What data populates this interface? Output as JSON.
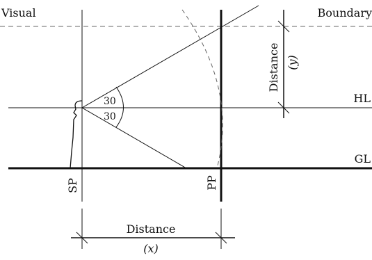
{
  "labels": {
    "visual": "Visual",
    "boundary": "Boundary",
    "distance_y": "Distance",
    "y_var": "(y)",
    "hl": "HL",
    "gl": "GL",
    "angle_upper": "30",
    "angle_lower": "30",
    "sp": "SP",
    "pp": "PP",
    "distance_x": "Distance",
    "x_var": "(x)"
  },
  "colors": {
    "stroke": "#111111",
    "dashed": "#666666"
  }
}
